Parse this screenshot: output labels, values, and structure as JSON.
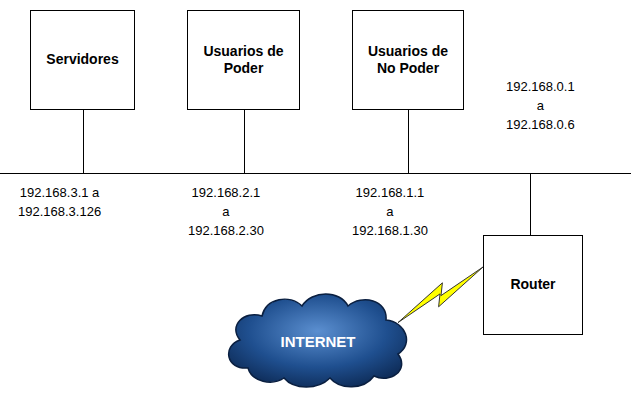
{
  "diagram": {
    "nodes": [
      {
        "text": [
          "Servidores"
        ]
      },
      {
        "text": [
          "Usuarios de Poder"
        ]
      },
      {
        "text": [
          "Usuarios de No Poder"
        ]
      },
      {
        "text": [
          "Router"
        ]
      },
      {
        "text": [
          "INTERNET"
        ]
      }
    ],
    "edges": [
      {
        "from": 0,
        "to": 3,
        "arrow": "none"
      },
      {
        "from": 1,
        "to": 3,
        "arrow": "none"
      },
      {
        "from": 2,
        "to": 3,
        "arrow": "none"
      },
      {
        "from": 3,
        "to": 4,
        "arrow": "none"
      }
    ],
    "labels": [
      "192.168.0.1 a 192.168.0.6",
      "192.168.3.1 a 192.168.3.126",
      "192.168.2.1 a 192.168.2.30",
      "192.168.1.1 a 192.168.1.30"
    ]
  }
}
